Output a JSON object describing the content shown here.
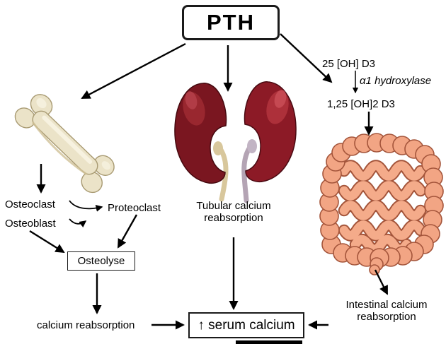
{
  "diagram": {
    "pth_label": "PTH",
    "bone_pathway": {
      "osteoclast": "Osteoclast",
      "osteoblast": "Osteoblast",
      "proteoclast": "Proteoclast",
      "osteolyse": "Osteolyse",
      "calcium_reabsorption": "calcium reabsorption"
    },
    "kidney_pathway": {
      "tubular_reabsorption": "Tubular calcium reabsorption"
    },
    "vitamin_d_pathway": {
      "precursor": "25 [OH] D3",
      "enzyme": "α1 hydroxylase",
      "active_form": "1,25 [OH]2 D3",
      "intestinal_reabsorption": "Intestinal calcium reabsorption"
    },
    "outcome": {
      "serum_calcium": "↑ serum calcium"
    }
  },
  "illustrations": {
    "bone_icon": "long bone",
    "kidneys_icon": "pair of kidneys with ureters",
    "intestine_icon": "large and small intestine"
  },
  "colors": {
    "background": "#ffffff",
    "text": "#000000",
    "arrows": "#000000",
    "bone_fill": "#ebe3c8",
    "kidney_left_fill": "#7a1620",
    "kidney_right_fill": "#8c1a26",
    "intestine_fill": "#f2a584",
    "small_intestine_fill": "#f4ab8a"
  }
}
